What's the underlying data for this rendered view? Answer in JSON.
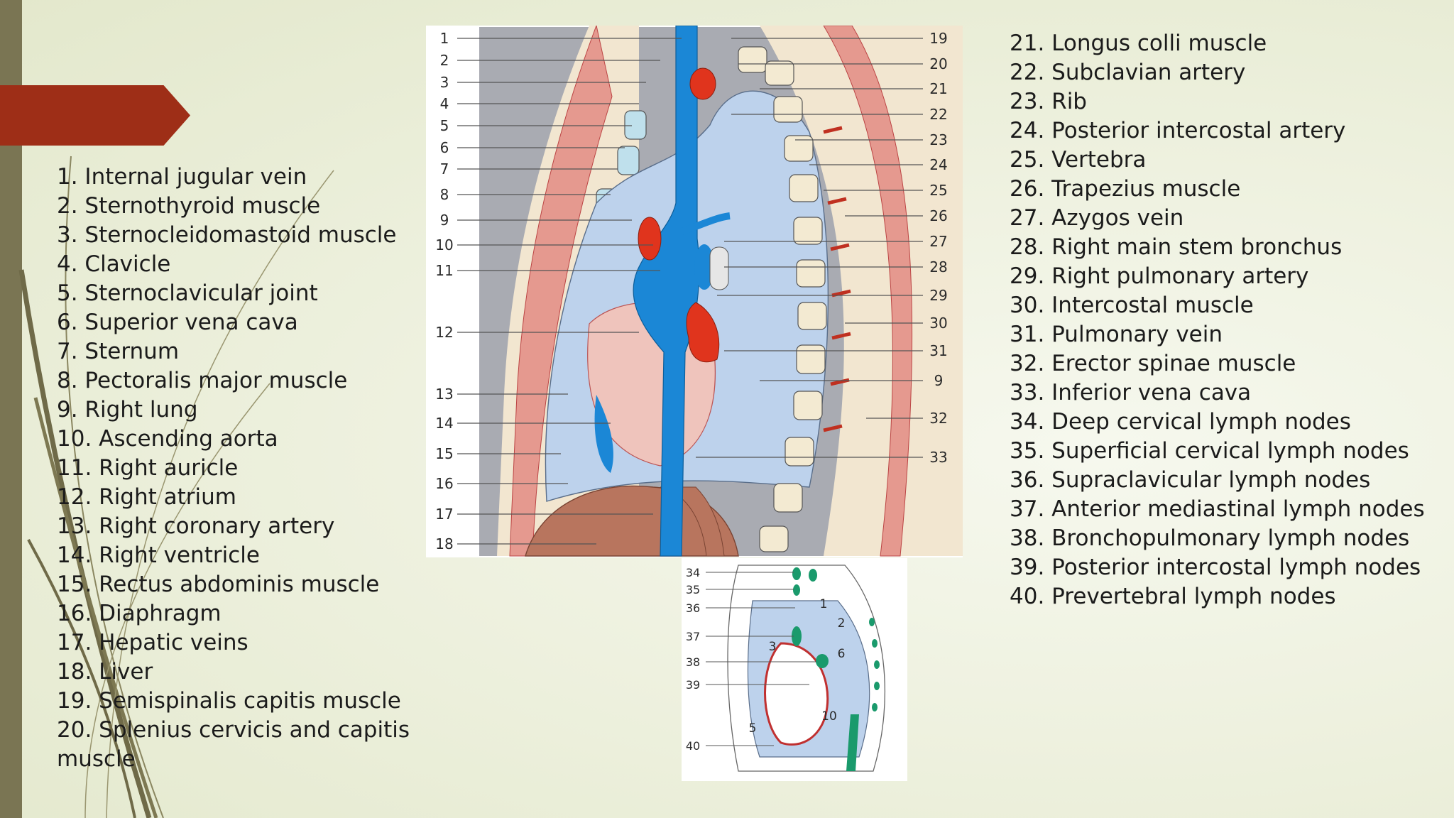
{
  "legend_left": [
    "1. Internal jugular vein",
    "2. Sternothyroid muscle",
    "3. Sternocleidomastoid muscle",
    "4. Clavicle",
    "5. Sternoclavicular joint",
    "6. Superior vena cava",
    "7. Sternum",
    "8. Pectoralis major muscle",
    "9. Right lung",
    "10. Ascending aorta",
    "11. Right auricle",
    "12. Right atrium",
    "13. Right coronary artery",
    "14. Right ventricle",
    "15. Rectus abdominis muscle",
    "16. Diaphragm",
    "17. Hepatic veins",
    "18. Liver",
    "19. Semispinalis capitis muscle",
    "20. Splenius cervicis and capitis muscle"
  ],
  "legend_right": [
    "21. Longus colli muscle",
    "22. Subclavian artery",
    "23. Rib",
    "24. Posterior intercostal artery",
    "25. Vertebra",
    "26. Trapezius muscle",
    "27. Azygos vein",
    "28. Right main stem bronchus",
    "29. Right pulmonary artery",
    "30. Intercostal muscle",
    "31. Pulmonary vein",
    "32. Erector spinae muscle",
    "33. Inferior vena cava",
    "34. Deep cervical lymph nodes",
    "35. Superficial cervical lymph nodes",
    "36. Supraclavicular lymph nodes",
    "37. Anterior mediastinal lymph nodes",
    "38. Bronchopulmonary lymph nodes",
    "39. Posterior intercostal lymph nodes",
    "40. Prevertebral lymph nodes"
  ],
  "main_labels_left": [
    "1",
    "2",
    "3",
    "4",
    "5",
    "6",
    "7",
    "8",
    "9",
    "10",
    "11",
    "12",
    "13",
    "14",
    "15",
    "16",
    "17",
    "18"
  ],
  "main_labels_right": [
    "19",
    "20",
    "21",
    "22",
    "23",
    "24",
    "25",
    "26",
    "27",
    "28",
    "29",
    "30",
    "31",
    "9",
    "32",
    "33"
  ],
  "inset_labels_left": [
    "34",
    "35",
    "36",
    "37",
    "38",
    "39",
    "40"
  ],
  "inset_region_labels": [
    "1",
    "2",
    "3",
    "6",
    "10",
    "5"
  ],
  "colors": {
    "accent_arrow": "#9e2e17",
    "side_bar": "#7a7553",
    "vein_blue": "#1b87d6",
    "artery_red": "#e0341d",
    "lung_blue": "#bdd2ec",
    "muscle_pink": "#e5998f",
    "liver_brown": "#b8755e",
    "bone": "#f3ead2",
    "lymph_green": "#1a9a6c"
  }
}
